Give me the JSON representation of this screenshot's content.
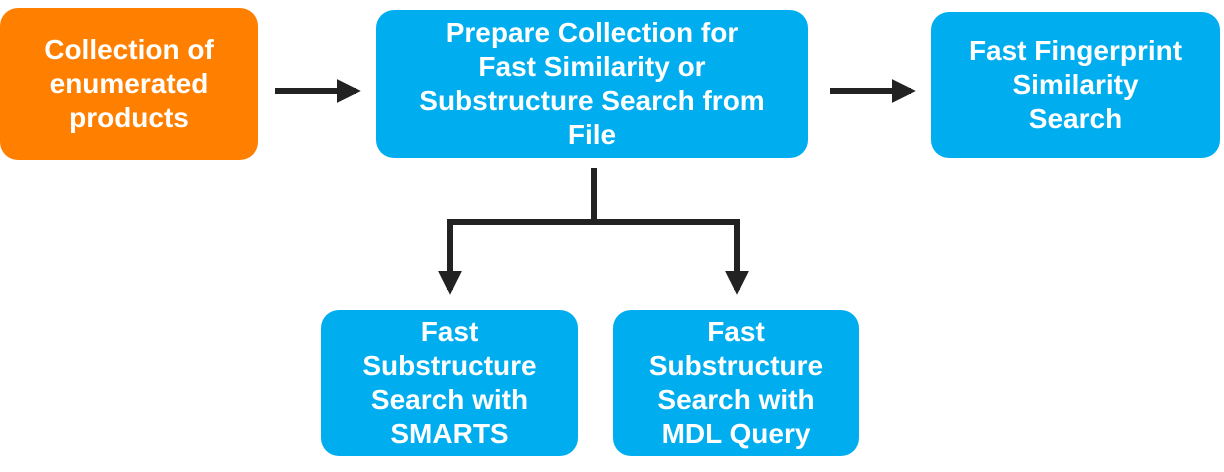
{
  "colors": {
    "source_fill": "#ff8000",
    "process_fill": "#00aeef",
    "arrow": "#222222",
    "text": "#ffffff"
  },
  "nodes": {
    "source": {
      "label": "Collection of\nenumerated\nproducts"
    },
    "prepare": {
      "label": "Prepare Collection for\nFast Similarity or\nSubstructure Search from\nFile"
    },
    "fingerprint": {
      "label": "Fast Fingerprint\nSimilarity\nSearch"
    },
    "smarts": {
      "label": "Fast\nSubstructure\nSearch with\nSMARTS"
    },
    "mdl": {
      "label": "Fast\nSubstructure\nSearch with\nMDL Query"
    }
  },
  "edges": [
    {
      "from": "source",
      "to": "prepare"
    },
    {
      "from": "prepare",
      "to": "fingerprint"
    },
    {
      "from": "prepare",
      "to": "smarts"
    },
    {
      "from": "prepare",
      "to": "mdl"
    }
  ]
}
